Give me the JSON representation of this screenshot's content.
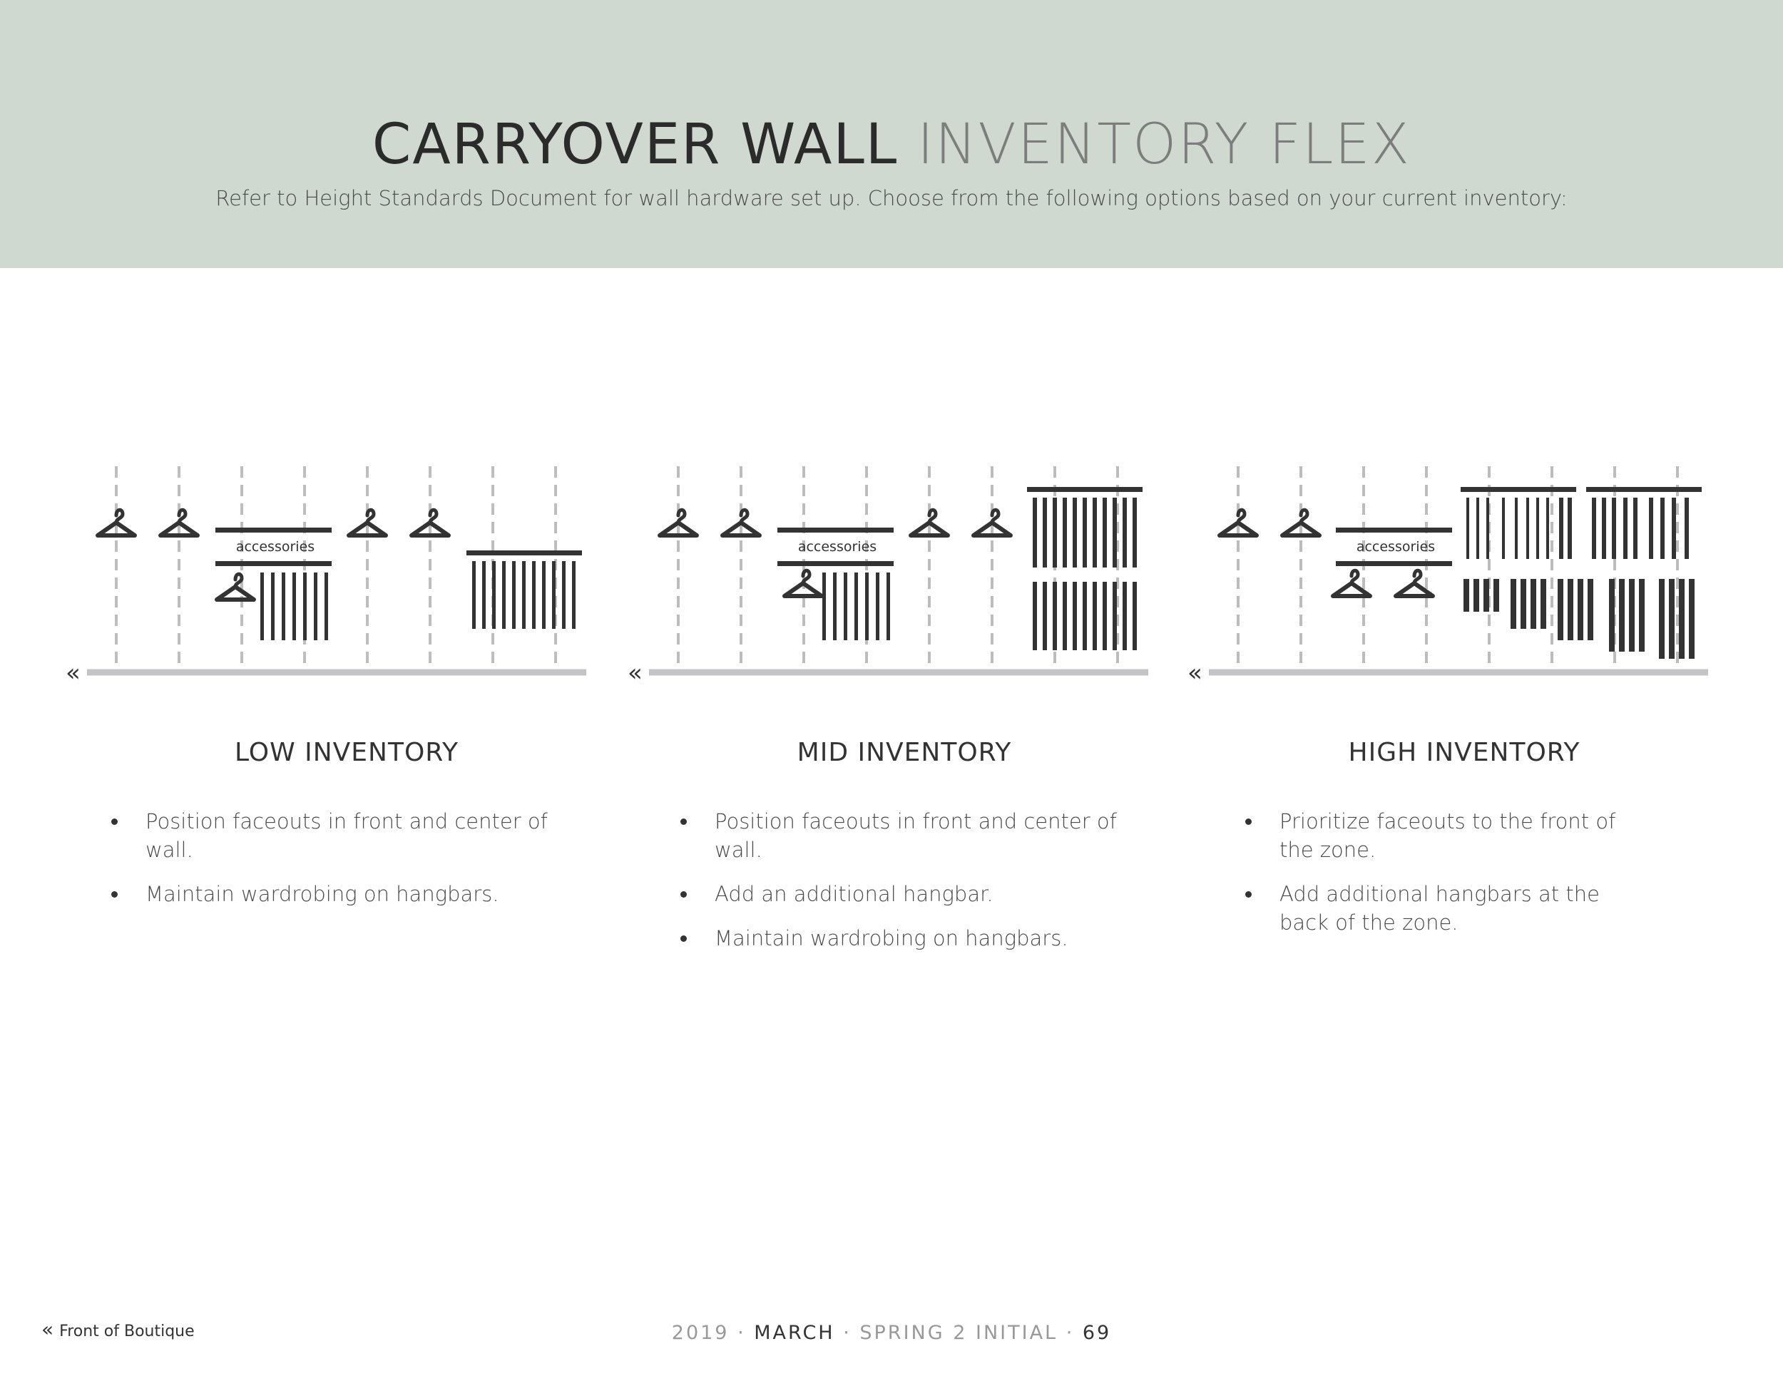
{
  "header": {
    "title_bold": "CARRYOVER WALL",
    "title_light": "INVENTORY FLEX",
    "subtitle": "Refer to Height Standards Document for wall hardware set up. Choose from the following options based on your current inventory:",
    "band_color": "#cfd9d0"
  },
  "panels": [
    {
      "title": "LOW INVENTORY",
      "accessories_label": "accessories",
      "bullets": [
        "Position faceouts in front and center of wall.",
        "Maintain wardrobing on hangbars."
      ]
    },
    {
      "title": "MID INVENTORY",
      "accessories_label": "accessories",
      "bullets": [
        "Position faceouts in front and center of wall.",
        "Add an additional hangbar.",
        "Maintain wardrobing on hangbars."
      ]
    },
    {
      "title": "HIGH INVENTORY",
      "accessories_label": "accessories",
      "bullets": [
        "Prioritize faceouts to the front of the zone.",
        "Add additional hangbars at the back of the zone."
      ]
    }
  ],
  "footer": {
    "back_icon": "double-chevron-left-icon",
    "back_label": "Front of Boutique",
    "year": "2019",
    "month": "MARCH",
    "season": "SPRING 2 INITIAL",
    "page": "69",
    "sep": "·"
  },
  "colors": {
    "ink": "#333333",
    "dash": "#bdbdbd",
    "floor": "#c4c4c6"
  }
}
